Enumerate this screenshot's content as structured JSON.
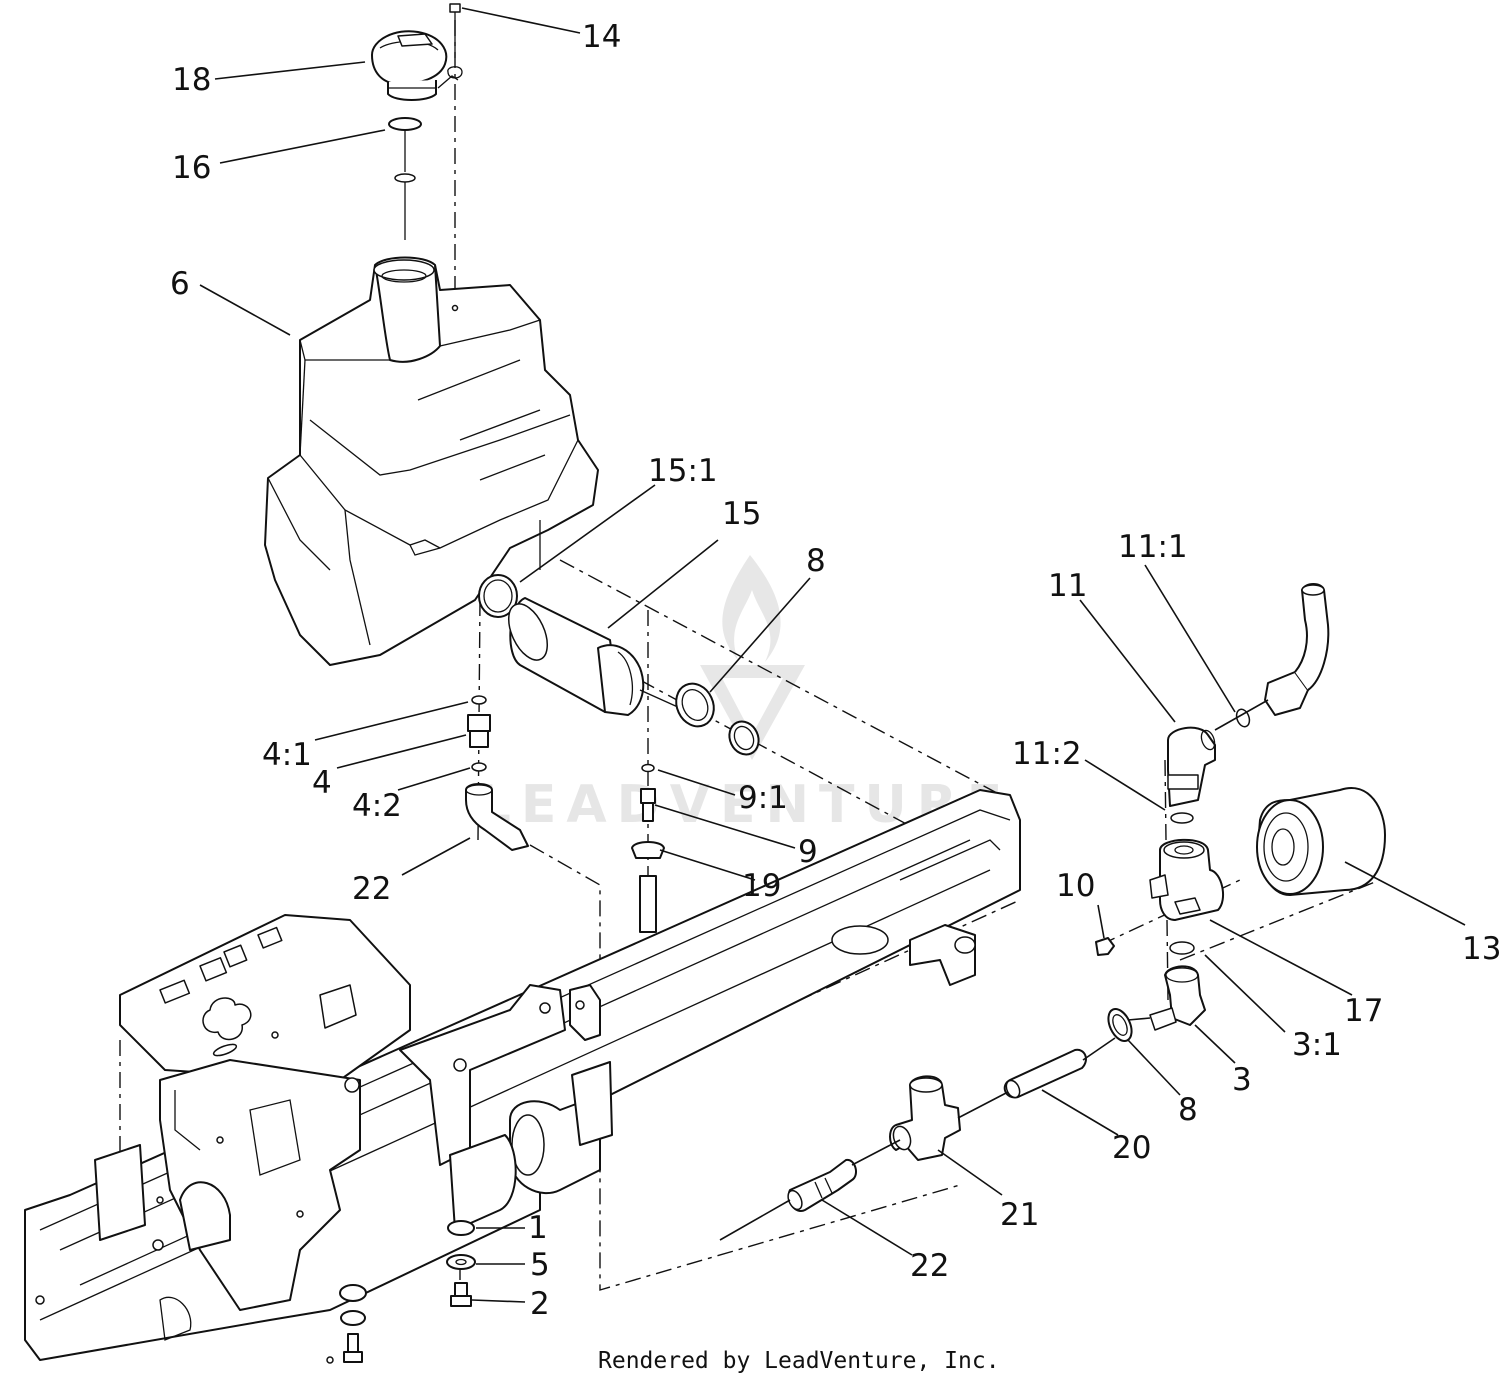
{
  "callouts": [
    {
      "id": "c14",
      "text": "14"
    },
    {
      "id": "c18",
      "text": "18"
    },
    {
      "id": "c16",
      "text": "16"
    },
    {
      "id": "c6",
      "text": "6"
    },
    {
      "id": "c15-1",
      "text": "15:1"
    },
    {
      "id": "c15",
      "text": "15"
    },
    {
      "id": "c8a",
      "text": "8"
    },
    {
      "id": "c11-1",
      "text": "11:1"
    },
    {
      "id": "c11",
      "text": "11"
    },
    {
      "id": "c4-1",
      "text": "4:1"
    },
    {
      "id": "c4",
      "text": "4"
    },
    {
      "id": "c4-2",
      "text": "4:2"
    },
    {
      "id": "c11-2",
      "text": "11:2"
    },
    {
      "id": "c9-1",
      "text": "9:1"
    },
    {
      "id": "c9",
      "text": "9"
    },
    {
      "id": "c22a",
      "text": "22"
    },
    {
      "id": "c19",
      "text": "19"
    },
    {
      "id": "c10",
      "text": "10"
    },
    {
      "id": "c13",
      "text": "13"
    },
    {
      "id": "c17",
      "text": "17"
    },
    {
      "id": "c3-1",
      "text": "3:1"
    },
    {
      "id": "c3",
      "text": "3"
    },
    {
      "id": "c8b",
      "text": "8"
    },
    {
      "id": "c20",
      "text": "20"
    },
    {
      "id": "c21",
      "text": "21"
    },
    {
      "id": "c1",
      "text": "1"
    },
    {
      "id": "c5",
      "text": "5"
    },
    {
      "id": "c2",
      "text": "2"
    },
    {
      "id": "c22b",
      "text": "22"
    }
  ],
  "watermark": "LEADVENTURE",
  "credit": "Rendered by LeadVenture, Inc."
}
